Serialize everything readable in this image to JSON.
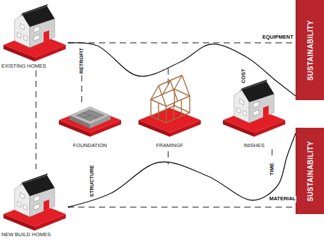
{
  "diagram": {
    "nodes": [
      {
        "text": [
          "EXISTING HOMES"
        ]
      },
      {
        "text": [
          "FOUNDATION"
        ]
      },
      {
        "text": [
          "FRAMINGF"
        ]
      },
      {
        "text": [
          "INISHES"
        ]
      },
      {
        "text": [
          "NEW BUILD HOMES"
        ]
      },
      {
        "text": [
          "SUSTAINABILITY"
        ]
      },
      {
        "text": [
          "SUSTAINABILITY"
        ]
      }
    ],
    "edges": [
      {
        "from": 0,
        "to": 4,
        "arrow": "none"
      },
      {
        "from": 0,
        "to": 5,
        "arrow": "none"
      },
      {
        "from": 4,
        "to": 6,
        "arrow": "none"
      }
    ],
    "labels": [
      "EQUIPMENT",
      "RETROFIT",
      "COST",
      "STRUCTURE",
      "TIME",
      "MATERIAL"
    ]
  }
}
